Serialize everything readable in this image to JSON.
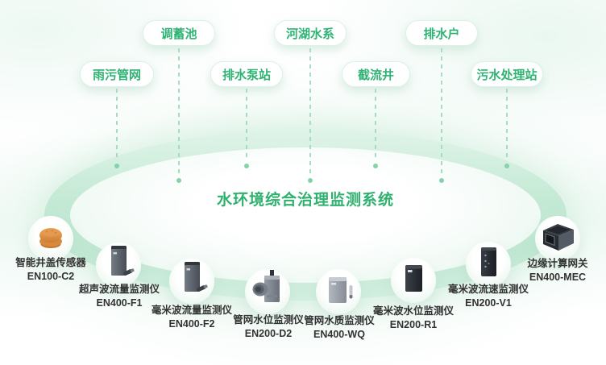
{
  "title": "水环境综合治理监测系统",
  "stations": [
    {
      "label": "调蓄池"
    },
    {
      "label": "河湖水系"
    },
    {
      "label": "排水户"
    },
    {
      "label": "雨污管网"
    },
    {
      "label": "排水泵站"
    },
    {
      "label": "截流井"
    },
    {
      "label": "污水处理站"
    }
  ],
  "devices": [
    {
      "name": "智能井盖传感器",
      "model": "EN100-C2"
    },
    {
      "name": "超声波流量监测仪",
      "model": "EN400-F1"
    },
    {
      "name": "毫米波流量监测仪",
      "model": "EN400-F2"
    },
    {
      "name": "管网水位监测仪",
      "model": "EN200-D2"
    },
    {
      "name": "管网水质监测仪",
      "model": "EN400-WQ"
    },
    {
      "name": "毫米波水位监测仪",
      "model": "EN200-R1"
    },
    {
      "name": "毫米波流速监测仪",
      "model": "EN200-V1"
    },
    {
      "name": "边缘计算网关",
      "model": "EN400-MEC"
    }
  ],
  "colors": {
    "accent_green": "#2FB374",
    "title_green": "#2FB06E",
    "pill_border": "#DCF2E7",
    "dash_line": "#A6DCC1",
    "connector_dot": "#84D3A8",
    "ring_green": "#BFE7D1",
    "label_text": "#323232",
    "sensor_orange": "#D9893C"
  }
}
